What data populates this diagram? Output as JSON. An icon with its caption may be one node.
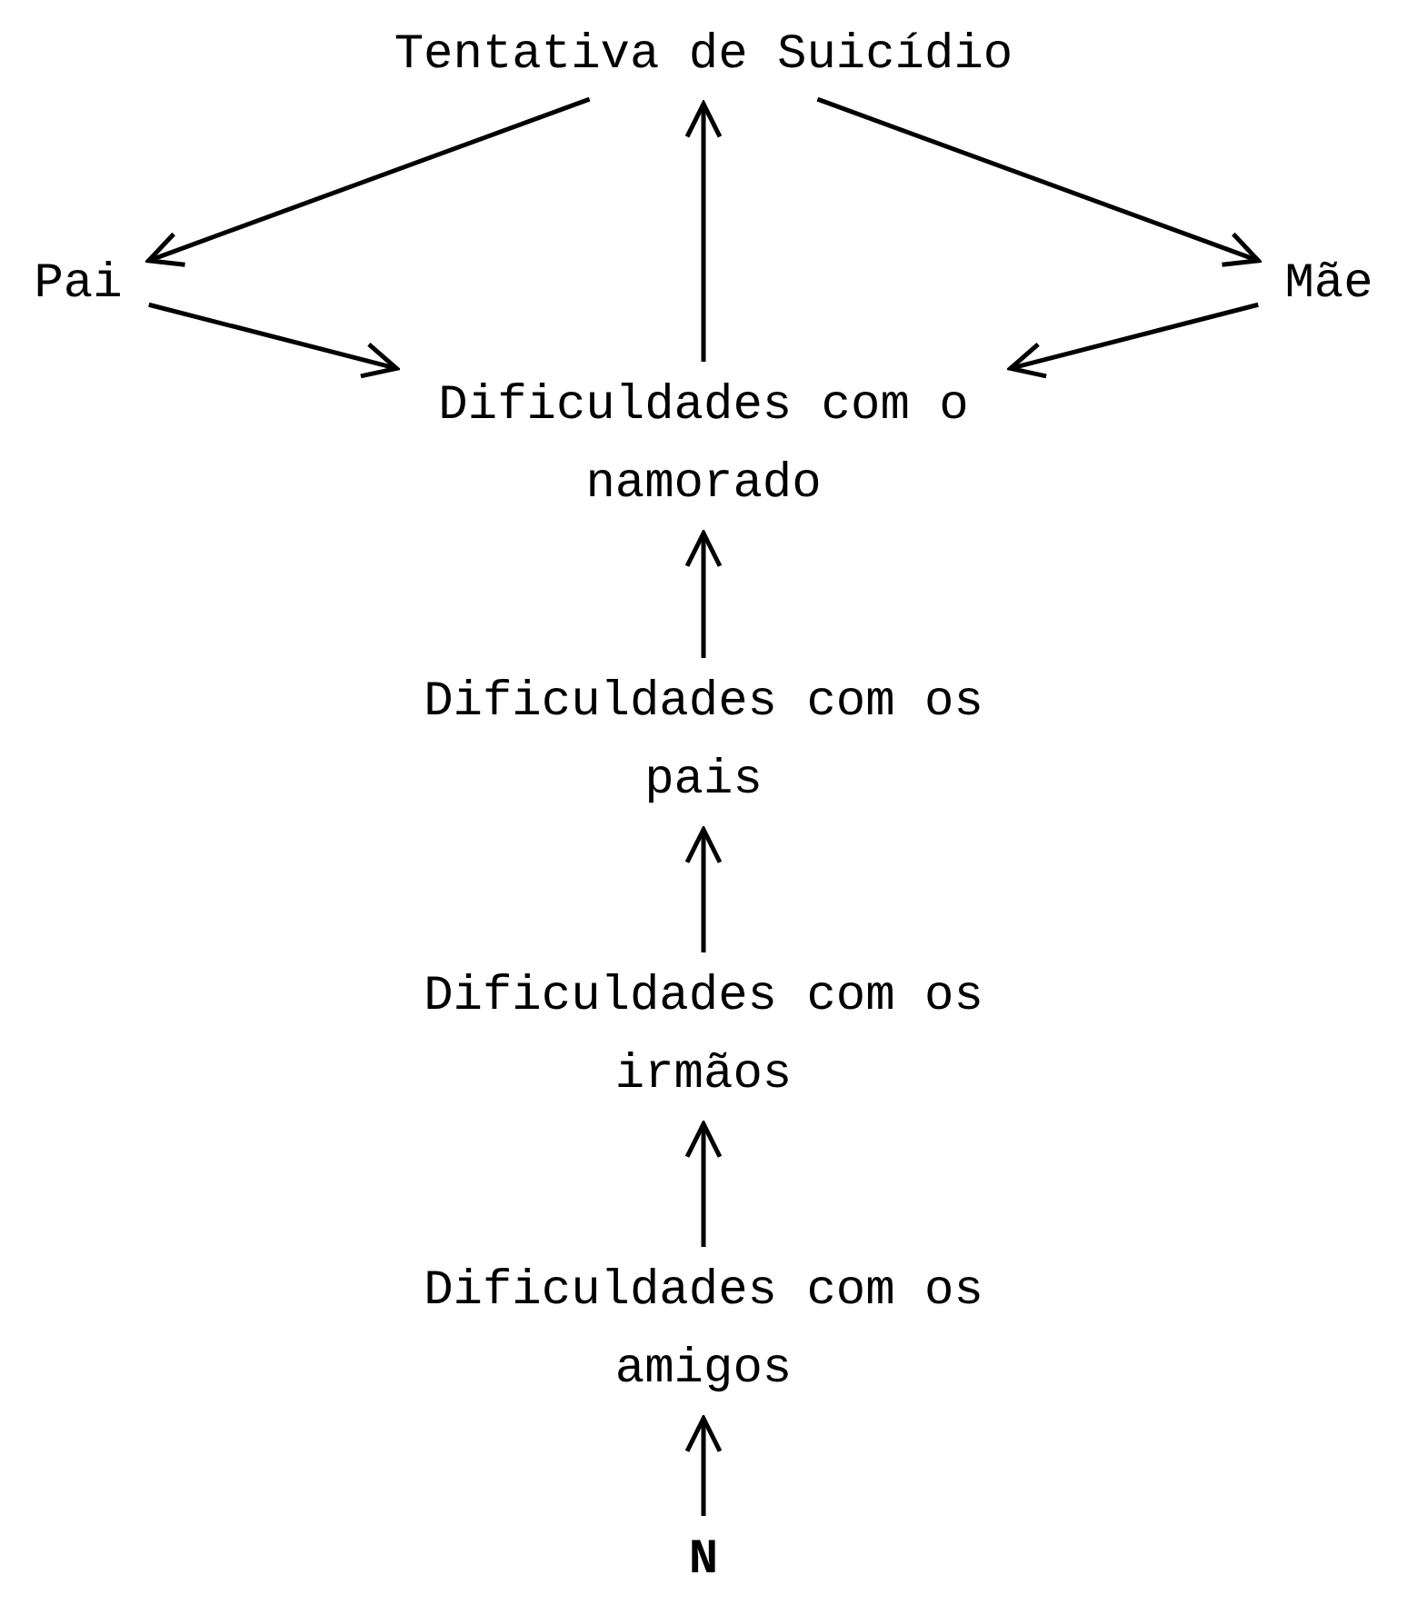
{
  "diagram": {
    "nodes": [
      {
        "text": [
          "Tentativa de Suicídio"
        ]
      },
      {
        "text": [
          "Pai"
        ]
      },
      {
        "text": [
          "Mãe"
        ]
      },
      {
        "text": [
          "Dificuldades com o namorado"
        ]
      },
      {
        "text": [
          "Dificuldades com os pais"
        ]
      },
      {
        "text": [
          "Dificuldades com os irmãos"
        ]
      },
      {
        "text": [
          "Dificuldades com os amigos"
        ]
      },
      {
        "text": [
          "N"
        ]
      }
    ],
    "edges": [
      {
        "from": 0,
        "to": 1,
        "arrow": "to"
      },
      {
        "from": 0,
        "to": 2,
        "arrow": "to"
      },
      {
        "from": 1,
        "to": 3,
        "arrow": "to"
      },
      {
        "from": 2,
        "to": 3,
        "arrow": "to"
      },
      {
        "from": 3,
        "to": 0,
        "arrow": "to"
      },
      {
        "from": 4,
        "to": 3,
        "arrow": "to"
      },
      {
        "from": 5,
        "to": 4,
        "arrow": "to"
      },
      {
        "from": 6,
        "to": 5,
        "arrow": "to"
      },
      {
        "from": 7,
        "to": 6,
        "arrow": "to"
      }
    ]
  }
}
